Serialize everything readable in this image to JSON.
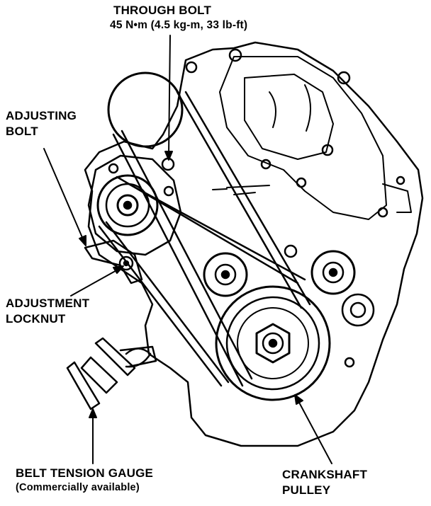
{
  "labels": {
    "through_bolt": {
      "title": "THROUGH BOLT",
      "spec": "45 N•m (4.5 kg-m, 33 lb-ft)"
    },
    "adjusting_bolt": {
      "line1": "ADJUSTING",
      "line2": "BOLT"
    },
    "adjustment_locknut": {
      "line1": "ADJUSTMENT",
      "line2": "LOCKNUT"
    },
    "belt_tension_gauge": {
      "line1": "BELT TENSION GAUGE",
      "line2": "(Commercially available)"
    },
    "crankshaft_pulley": {
      "line1": "CRANKSHAFT",
      "line2": "PULLEY"
    }
  },
  "colors": {
    "ink": "#000000",
    "paper": "#ffffff"
  }
}
